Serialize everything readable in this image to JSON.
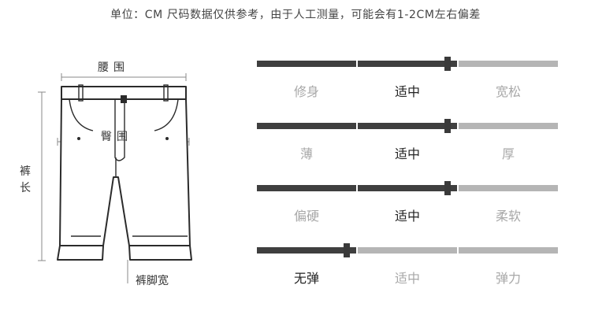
{
  "note": "单位：CM 尺码数据仅供参考，由于人工测量，可能会有1-2CM左右偏差",
  "diagram": {
    "waist_label": "腰围",
    "hip_label": "臀围",
    "length_label": "裤长",
    "hem_label": "裤脚宽"
  },
  "colors": {
    "dark": "#3f3f3f",
    "light": "#b5b5b5",
    "selected_text": "#222222",
    "muted_text": "#a8a8a8"
  },
  "scales": [
    {
      "options": [
        "修身",
        "适中",
        "宽松"
      ],
      "selected": 1
    },
    {
      "options": [
        "薄",
        "适中",
        "厚"
      ],
      "selected": 1
    },
    {
      "options": [
        "偏硬",
        "适中",
        "柔软"
      ],
      "selected": 1
    },
    {
      "options": [
        "无弹",
        "适中",
        "弹力"
      ],
      "selected": 0
    }
  ]
}
